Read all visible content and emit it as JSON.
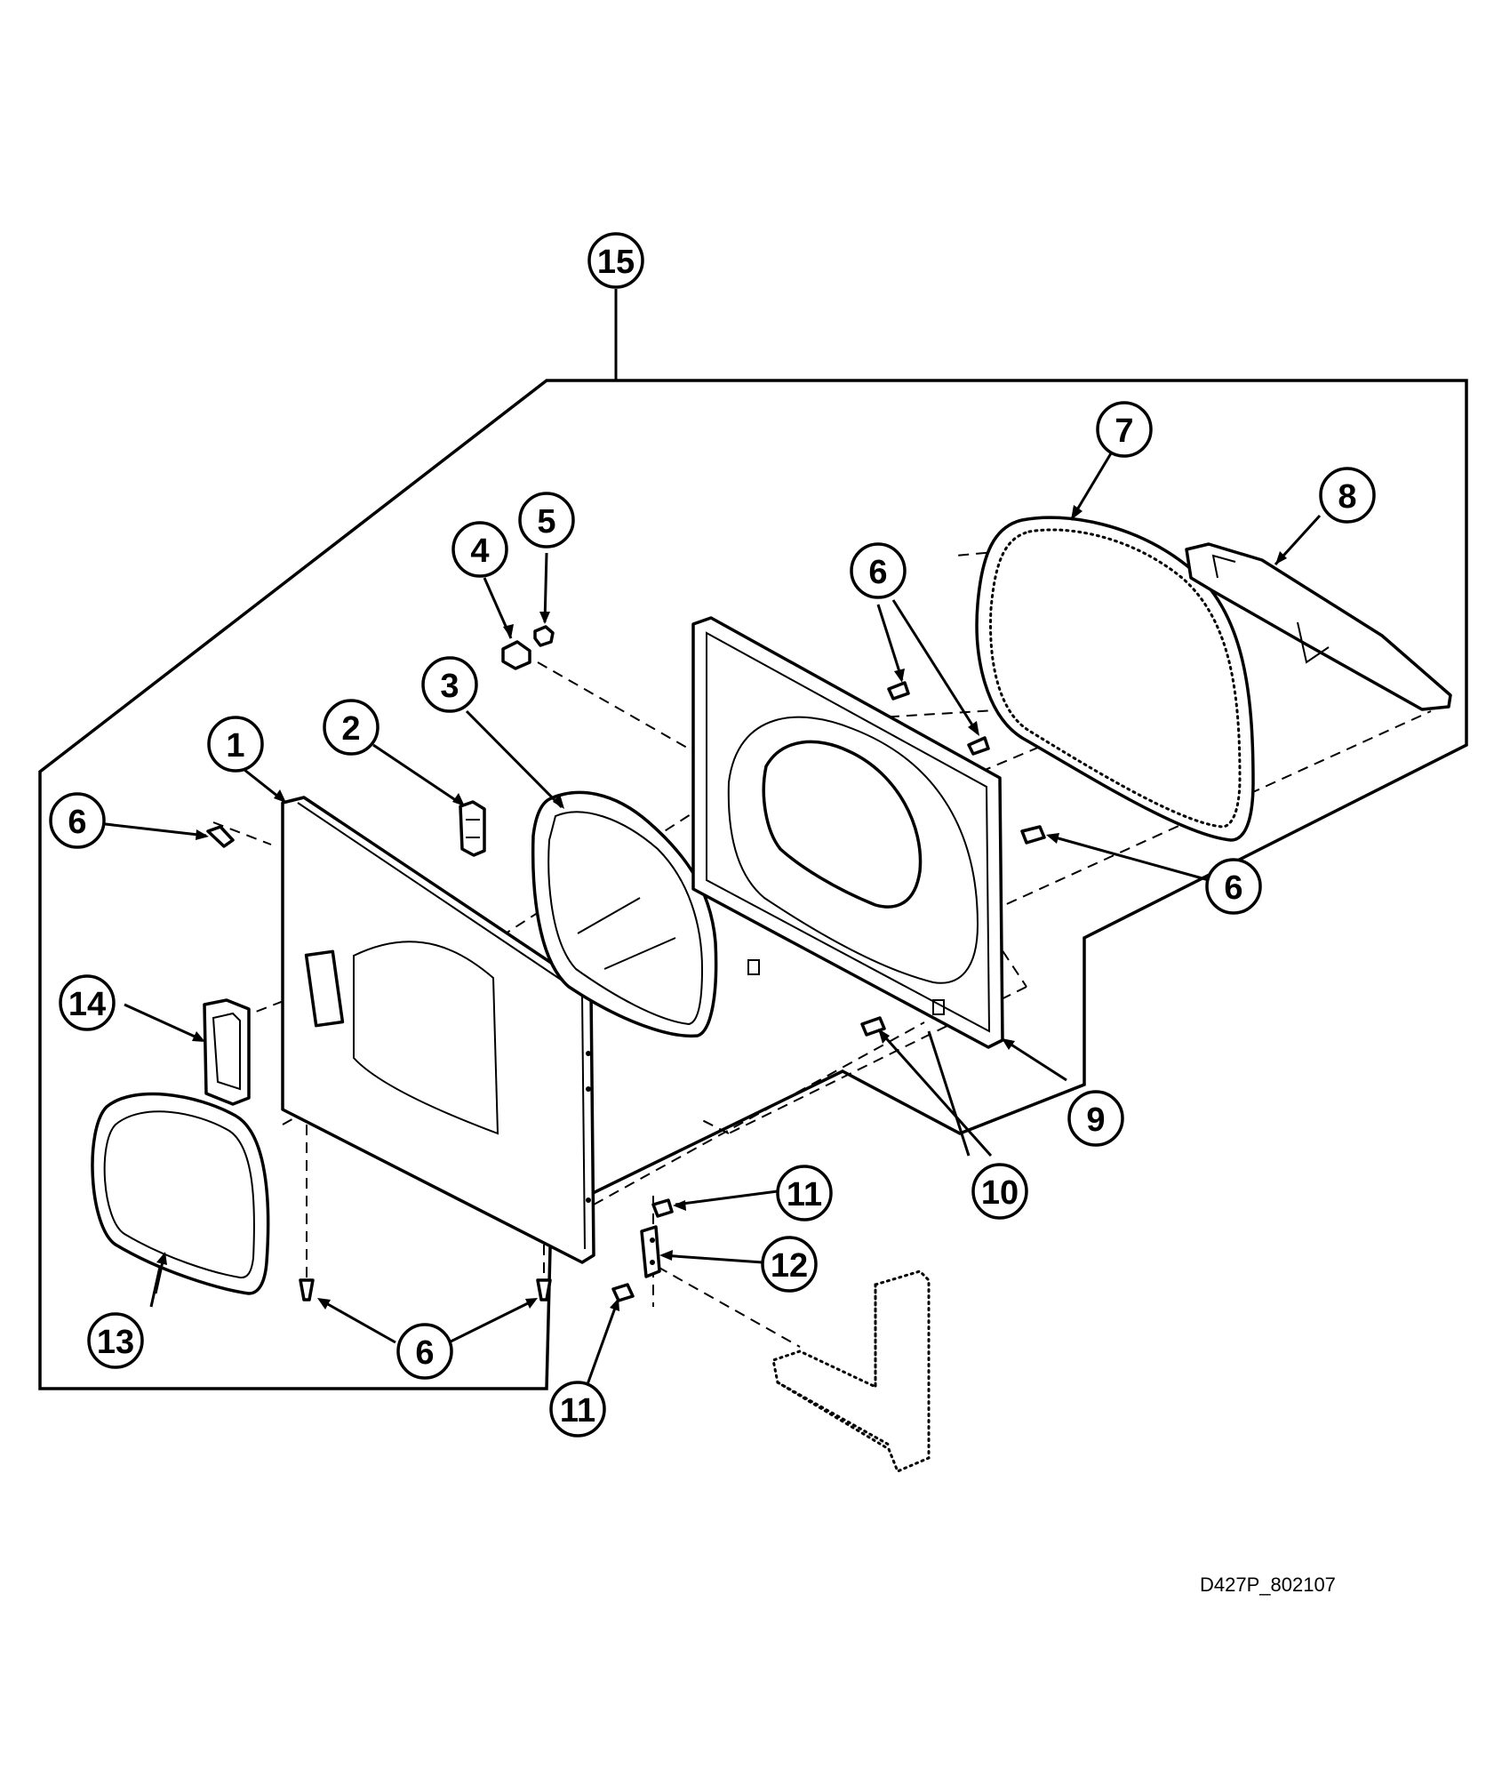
{
  "diagram_code": "D427P_802107",
  "callouts": {
    "c15": "15",
    "c7": "7",
    "c8": "8",
    "c4": "4",
    "c5": "5",
    "c6a": "6",
    "c3": "3",
    "c1": "1",
    "c2": "2",
    "c6b": "6",
    "c6c": "6",
    "c14": "14",
    "c9": "9",
    "c10": "10",
    "c11a": "11",
    "c12": "12",
    "c13": "13",
    "c6d": "6",
    "c11b": "11"
  }
}
